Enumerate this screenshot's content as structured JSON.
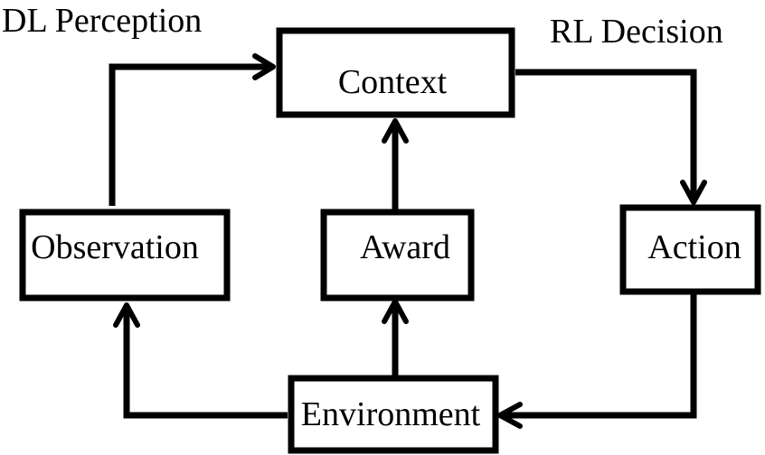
{
  "diagram": {
    "headings": {
      "left": "DL Perception",
      "right": "RL Decision"
    },
    "nodes": {
      "context": "Context",
      "observation": "Observation",
      "award": "Award",
      "action": "Action",
      "environment": "Environment"
    },
    "edges": [
      {
        "from": "observation",
        "to": "context"
      },
      {
        "from": "award",
        "to": "context"
      },
      {
        "from": "context",
        "to": "action"
      },
      {
        "from": "action",
        "to": "environment"
      },
      {
        "from": "environment",
        "to": "observation"
      },
      {
        "from": "environment",
        "to": "award"
      }
    ],
    "colors": {
      "stroke": "#000000",
      "background": "#ffffff"
    }
  }
}
